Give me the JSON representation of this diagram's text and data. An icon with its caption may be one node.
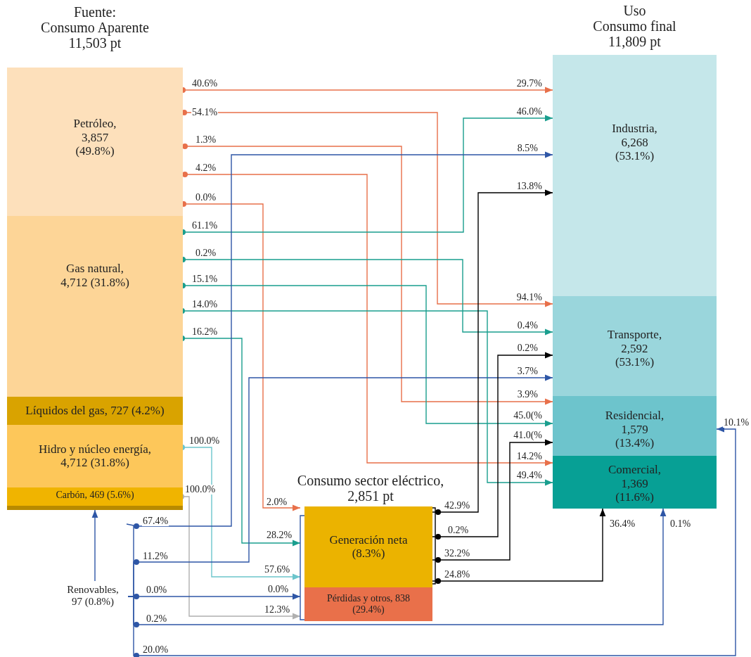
{
  "diagram": {
    "nodes": [
      {
        "text": [
          "Fuente:",
          "Consumo Aparente 11,503 pt"
        ]
      },
      {
        "text": [
          "Petróleo, 3,857 (49.8%)"
        ],
        "in": 0
      },
      {
        "text": [
          "Gas natural, 4,712 (31.8%)"
        ],
        "in": 0
      },
      {
        "text": [
          "Líquidos del gas, 727 (4.2%)"
        ],
        "in": 0
      },
      {
        "text": [
          "Hidro y núcleo energía, 4,712 (31.8%)"
        ],
        "in": 0
      },
      {
        "text": [
          "Carbón, 469 (5.6%)"
        ],
        "in": 0
      },
      {
        "text": [
          "Renovables, 97 (0.8%)"
        ]
      },
      {
        "text": [
          "Consumo sector eléctrico, 2,851 pt"
        ]
      },
      {
        "text": [
          "Generación neta (8.3%)"
        ],
        "in": 7
      },
      {
        "text": [
          "Pérdidas y otros, 838 (29.4%)"
        ],
        "in": 7
      },
      {
        "text": [
          "Uso",
          "Consumo final 11,809 pt"
        ]
      },
      {
        "text": [
          "Industria, 6,268 (53.1%)"
        ],
        "in": 10
      },
      {
        "text": [
          "Transporte, 2,592 (53.1%)"
        ],
        "in": 10
      },
      {
        "text": [
          "Residencial, 1,579 (13.4%)"
        ],
        "in": 10
      },
      {
        "text": [
          "Comercial, 1,369 (11.6%)"
        ],
        "in": 10
      }
    ],
    "edges": [
      {
        "from": 1,
        "to": 11,
        "arrow": "to",
        "label": "40.6%",
        "color": "#e8704a"
      },
      {
        "from": 1,
        "to": 12,
        "arrow": "to",
        "label": "54.1%",
        "color": "#e8704a"
      },
      {
        "from": 1,
        "to": 13,
        "arrow": "to",
        "label": "1.3%",
        "color": "#e8704a"
      },
      {
        "from": 1,
        "to": 14,
        "arrow": "to",
        "label": "4.2%",
        "color": "#e8704a"
      },
      {
        "from": 1,
        "to": 7,
        "arrow": "to",
        "label": "0.0%",
        "color": "#e8704a"
      },
      {
        "from": 2,
        "to": 11,
        "arrow": "to",
        "label": "61.1%",
        "color": "#1a9e8e"
      },
      {
        "from": 2,
        "to": 12,
        "arrow": "to",
        "label": "0.2%",
        "color": "#1a9e8e"
      },
      {
        "from": 2,
        "to": 13,
        "arrow": "to",
        "label": "15.1%",
        "color": "#1a9e8e"
      },
      {
        "from": 2,
        "to": 14,
        "arrow": "to",
        "label": "14.0%",
        "color": "#1a9e8e"
      },
      {
        "from": 2,
        "to": 7,
        "arrow": "to",
        "label": "16.2%",
        "color": "#1a9e8e"
      },
      {
        "from": 4,
        "to": 7,
        "arrow": "to",
        "label": "100.0%",
        "color": "#6cc5cc"
      },
      {
        "from": 5,
        "to": 7,
        "arrow": "to",
        "label": "100.0%",
        "color": "#b0b0b0"
      },
      {
        "from": 6,
        "to": 0,
        "arrow": "to",
        "color": "#2e56a6"
      },
      {
        "from": 6,
        "to": 11,
        "arrow": "to",
        "label": "67.4%",
        "color": "#2e56a6"
      },
      {
        "from": 6,
        "to": 12,
        "arrow": "to",
        "label": "11.2%",
        "color": "#2e56a6"
      },
      {
        "from": 6,
        "to": 7,
        "arrow": "to",
        "label": "0.0%",
        "color": "#2e56a6"
      },
      {
        "from": 6,
        "to": 14,
        "arrow": "to",
        "label": "0.2%",
        "color": "#2e56a6"
      },
      {
        "from": 6,
        "to": 13,
        "arrow": "to",
        "label": "20.0%",
        "color": "#2e56a6"
      },
      {
        "from": 8,
        "to": 11,
        "arrow": "to",
        "label": "42.9%",
        "color": "#000000"
      },
      {
        "from": 8,
        "to": 12,
        "arrow": "to",
        "label": "0.2%",
        "color": "#000000"
      },
      {
        "from": 8,
        "to": 13,
        "arrow": "to",
        "label": "32.2%",
        "color": "#000000"
      },
      {
        "from": 8,
        "to": 14,
        "arrow": "to",
        "label": "24.8%",
        "color": "#000000"
      }
    ],
    "labels": [
      "29.7%",
      "46.0%",
      "8.5%",
      "13.8%",
      "94.1%",
      "0.4%",
      "0.2%",
      "3.7%",
      "3.9%",
      "45.0(%",
      "41.0(%",
      "14.2%",
      "49.4%",
      "10.1%",
      "2.0%",
      "28.2%",
      "57.6%",
      "0.0%",
      "12.3%",
      "36.4%",
      "0.1%"
    ]
  }
}
